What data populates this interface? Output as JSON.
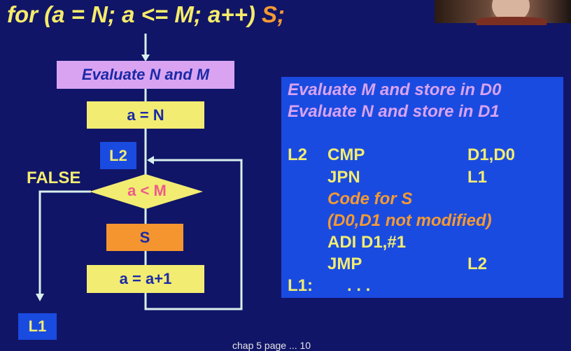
{
  "title": {
    "prefix": "for (a = N; a <= M; a++) ",
    "stmt": "S;"
  },
  "flowchart": {
    "evaluate": "Evaluate N and M",
    "init": "a = N",
    "label_l2": "L2",
    "condition": "a < M",
    "false_label": "FALSE",
    "body": "S",
    "increment": "a = a+1",
    "label_l1": "L1"
  },
  "code": {
    "line1": "Evaluate M and store in D0",
    "line2": "Evaluate N and store in D1",
    "l2_label": "L2",
    "cmp_op": "CMP",
    "cmp_args": "D1,D0",
    "jpn_op": "JPN",
    "jpn_args": "L1",
    "code_s": "Code for S",
    "not_modified": "(D0,D1 not modified)",
    "adi": "ADI D1,#1",
    "jmp_op": "JMP",
    "jmp_args": "L2",
    "l1_label": "L1:",
    "dots": ". . ."
  },
  "footer": "chap 5 page ... 10",
  "colors": {
    "background": "#111568",
    "yellow": "#f2ec72",
    "violet": "#d9a3f2",
    "orange": "#f5952f",
    "blue_box": "#1a4be0",
    "arrow": "#d8f0ec"
  }
}
